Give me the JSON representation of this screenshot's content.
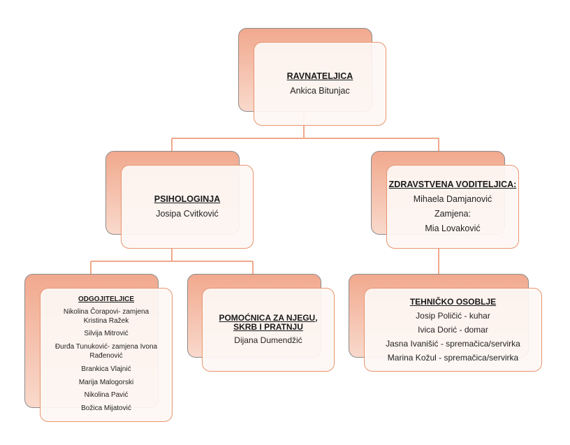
{
  "nodes": {
    "director": {
      "title": "RAVNATELJICA",
      "lines": [
        "Ankica Bitunjac"
      ]
    },
    "psychologist": {
      "title": "PSIHOLOGINJA",
      "lines": [
        "Josipa Cvitković"
      ]
    },
    "health": {
      "title": "ZDRAVSTVENA VODITELJICA:",
      "lines": [
        "Mihaela Damjanović",
        "Zamjena:",
        "Mia Lovaković"
      ]
    },
    "educators": {
      "title": "ODGOJITELJICE",
      "lines": [
        "Nikolina Čorapovi- zamjena",
        "Kristina Ražek",
        "Silvija Mitrović",
        "Đurđa Tunuković- zamjena Ivona",
        "Rađenović",
        "Brankica Vlajnić",
        "Marija Malogorski",
        "Nikolina Pavić",
        "Božica Mijatović"
      ]
    },
    "assistant": {
      "title": "POMOĆNICA ZA NJEGU, SKRB I PRATNJU",
      "lines": [
        "Dijana Dumendžić"
      ]
    },
    "technical": {
      "title": "TEHNIČKO OSOBLJE",
      "lines": [
        "Josip Poličić - kuhar",
        "Ivica Dorić - domar",
        "Jasna Ivanišić - spremačica/servirka",
        "Marina Kožul - spremačica/servirka"
      ]
    }
  },
  "colors": {
    "connector": "#f0a88a",
    "box_border": "#e7956f",
    "back_fill_top": "#f1a98e",
    "back_fill_bottom": "#f9d9cc"
  }
}
